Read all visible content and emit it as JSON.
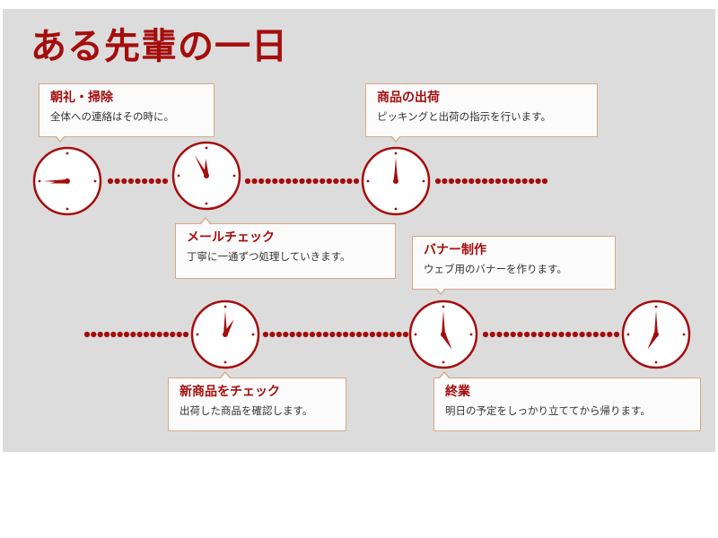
{
  "title": "ある先輩の一日",
  "colors": {
    "accent": "#a50d0d",
    "panel": "#dcdcdc",
    "box_border": "#d3aa86"
  },
  "events": [
    {
      "heading": "朝礼・掃除",
      "text": "全体への連絡はその時に。"
    },
    {
      "heading": "メールチェック",
      "text": "丁寧に一通ずつ処理していきます。"
    },
    {
      "heading": "商品の出荷",
      "text": "ピッキングと出荷の指示を行います。"
    },
    {
      "heading": "バナー制作",
      "text": "ウェブ用のバナーを作ります。"
    },
    {
      "heading": "新商品をチェック",
      "text": "出荷した商品を確認します。"
    },
    {
      "heading": "終業",
      "text": "明日の予定をしっかり立ててから帰ります。"
    }
  ],
  "clocks": [
    {
      "hour": 8,
      "minute": 45
    },
    {
      "hour": 11,
      "minute": 55
    },
    {
      "hour": 12,
      "minute": 0
    },
    {
      "hour": 1,
      "minute": 0
    },
    {
      "hour": 5,
      "minute": 0
    },
    {
      "hour": 7,
      "minute": 0
    }
  ]
}
